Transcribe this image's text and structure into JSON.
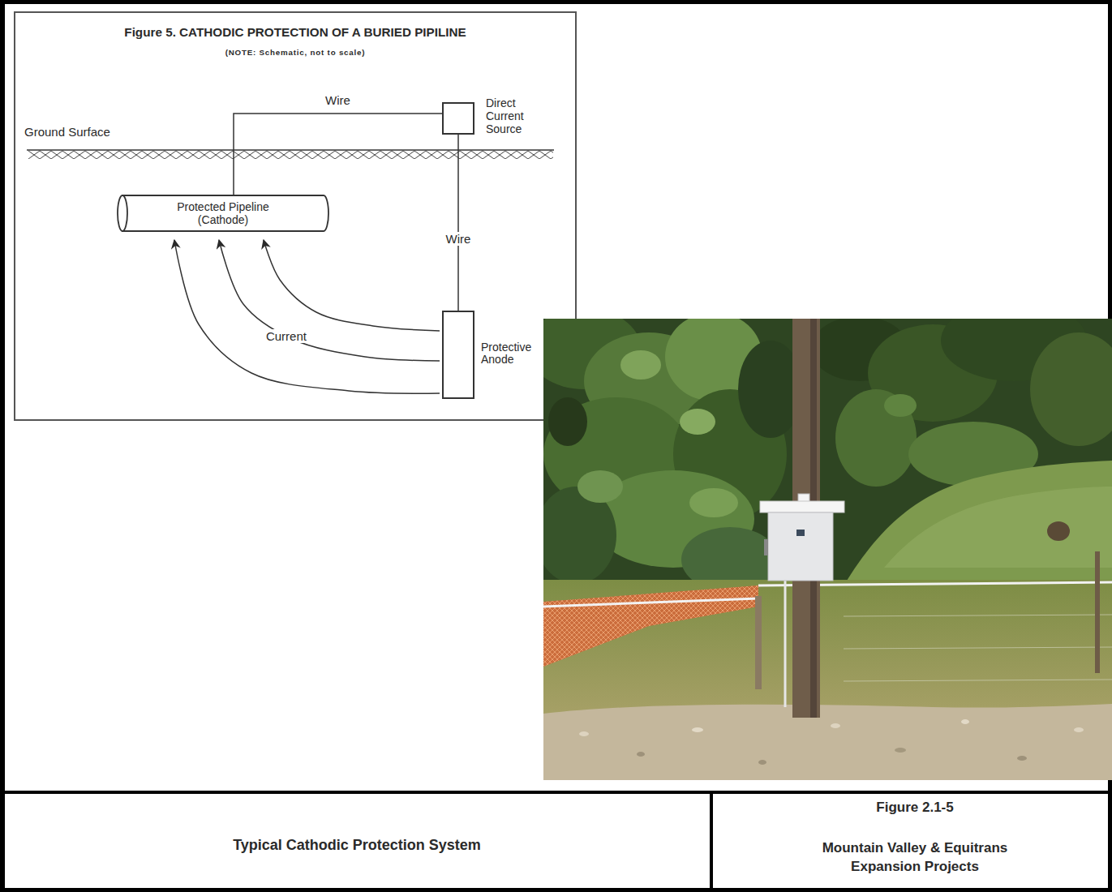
{
  "diagram": {
    "title": "Typical Cathodic Protection System",
    "nodes": [
      {
        "text": [
          "Figure 5. CATHODIC PROTECTION OF A BURIED PIPILINE",
          "(NOTE: Schematic, not to scale)"
        ]
      },
      {
        "text": [
          "Direct Current Source"
        ],
        "in": 0
      },
      {
        "text": [
          "Protected Pipeline (Cathode)"
        ],
        "in": 0
      },
      {
        "text": [
          "Protective Anode"
        ],
        "in": 0
      }
    ],
    "edges": [
      {
        "from": 1,
        "to": 2,
        "arrow": "none",
        "label": "Wire"
      },
      {
        "from": 1,
        "to": 3,
        "arrow": "none",
        "label": "Wire"
      },
      {
        "from": 3,
        "to": 2,
        "arrow": "to"
      },
      {
        "from": 3,
        "to": 2,
        "arrow": "to",
        "label": "Current"
      },
      {
        "from": 3,
        "to": 2,
        "arrow": "to"
      }
    ],
    "labels": [
      "Ground Surface",
      "Figure 2.1-5",
      "Mountain Valley & Equitrans Expansion Projects"
    ]
  }
}
